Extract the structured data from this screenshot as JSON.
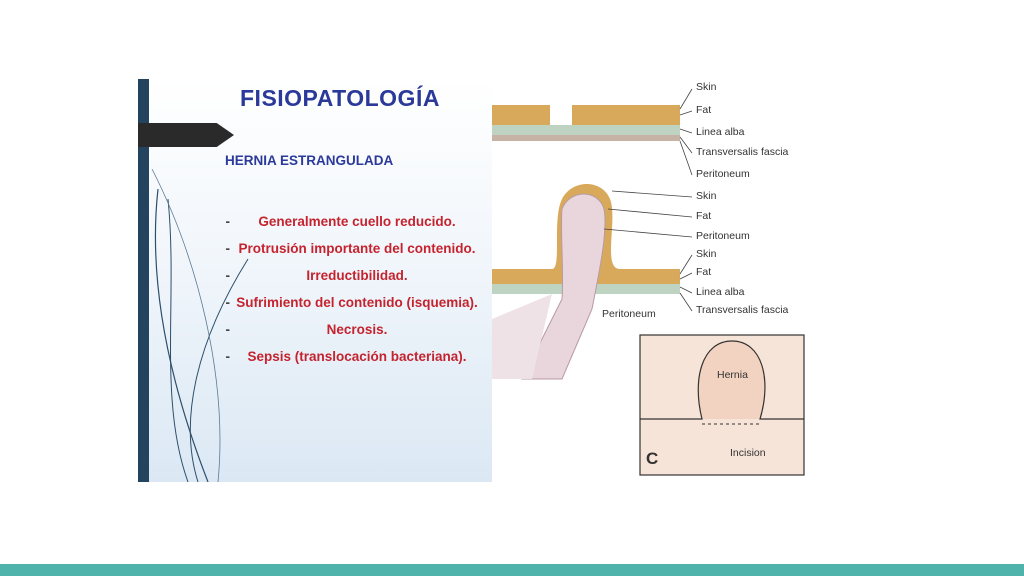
{
  "slide": {
    "title": "FISIOPATOLOGÍA",
    "subtitle": "HERNIA ESTRANGULADA",
    "bullets": [
      {
        "marker": "-",
        "text": "Generalmente cuello reducido."
      },
      {
        "marker": "-",
        "text": "Protrusión importante del contenido."
      },
      {
        "marker": "-",
        "text": "Irreductibilidad."
      },
      {
        "marker": "-",
        "text": "Sufrimiento del contenido (isquemia)."
      },
      {
        "marker": "-",
        "text": "Necrosis."
      },
      {
        "marker": "-",
        "text": "Sepsis (translocación bacteriana)."
      }
    ]
  },
  "figure": {
    "top_labels": [
      "Skin",
      "Fat",
      "Linea alba",
      "Transversalis fascia",
      "Peritoneum"
    ],
    "middle_labels": [
      "Skin",
      "Fat",
      "Peritoneum",
      "Skin",
      "Fat",
      "Linea alba",
      "Transversalis fascia"
    ],
    "side_label": "Peritoneum",
    "inset": {
      "letter": "C",
      "hernia_label": "Hernia",
      "incision_label": "Incision"
    }
  },
  "colors": {
    "title": "#2b3a9a",
    "bullets": "#c5232e",
    "accent_bar": "#4fb3ab",
    "left_bar": "#23435e"
  }
}
